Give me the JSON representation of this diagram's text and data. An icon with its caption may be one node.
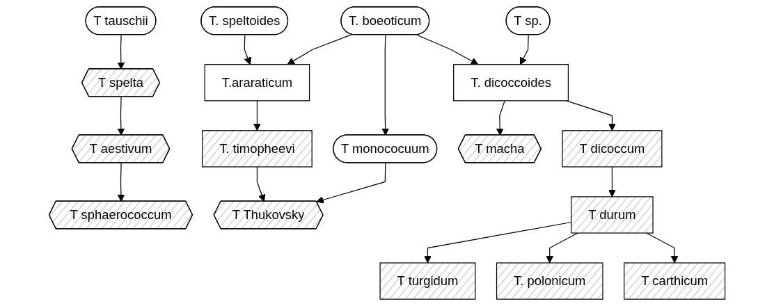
{
  "diagram": {
    "nodes": [
      {
        "text": [
          "T. speltoides"
        ]
      },
      {
        "text": [
          "T. boeoticum"
        ]
      },
      {
        "text": [
          "T sp."
        ]
      },
      {
        "text": [
          "T tauschii"
        ]
      },
      {
        "text": [
          "T.araraticum"
        ]
      },
      {
        "text": [
          "T monococuum"
        ]
      },
      {
        "text": [
          "T. dicoccoides"
        ]
      },
      {
        "text": [
          "T spelta"
        ]
      },
      {
        "text": [
          "T macha"
        ]
      },
      {
        "text": [
          "T aestivum"
        ]
      },
      {
        "text": [
          "T sphaerococcum"
        ]
      },
      {
        "text": [
          "T. timopheevi"
        ]
      },
      {
        "text": [
          "T dicoccum"
        ]
      },
      {
        "text": [
          "T Thukovsky"
        ]
      },
      {
        "text": [
          "T durum"
        ]
      },
      {
        "text": [
          "T turgidum"
        ]
      },
      {
        "text": [
          "T. polonicum"
        ]
      },
      {
        "text": [
          "T carthicum"
        ]
      }
    ],
    "edges": [
      {
        "from": 0,
        "to": 4,
        "arrow": "to"
      },
      {
        "from": 1,
        "to": 4,
        "arrow": "to"
      },
      {
        "from": 1,
        "to": 5,
        "arrow": "to"
      },
      {
        "from": 1,
        "to": 6,
        "arrow": "to"
      },
      {
        "from": 2,
        "to": 6,
        "arrow": "to"
      },
      {
        "from": 3,
        "to": 7,
        "arrow": "to"
      },
      {
        "from": 6,
        "to": 8,
        "arrow": "to"
      },
      {
        "from": 7,
        "to": 9,
        "arrow": "to"
      },
      {
        "from": 9,
        "to": 10,
        "arrow": "to"
      },
      {
        "from": 4,
        "to": 11,
        "arrow": "to"
      },
      {
        "from": 11,
        "to": 13,
        "arrow": "to"
      },
      {
        "from": 5,
        "to": 13,
        "arrow": "to"
      },
      {
        "from": 6,
        "to": 12,
        "arrow": "to"
      },
      {
        "from": 12,
        "to": 14,
        "arrow": "to"
      },
      {
        "from": 14,
        "to": 15,
        "arrow": "to"
      },
      {
        "from": 14,
        "to": 16,
        "arrow": "to"
      },
      {
        "from": 14,
        "to": 17,
        "arrow": "to"
      }
    ]
  }
}
